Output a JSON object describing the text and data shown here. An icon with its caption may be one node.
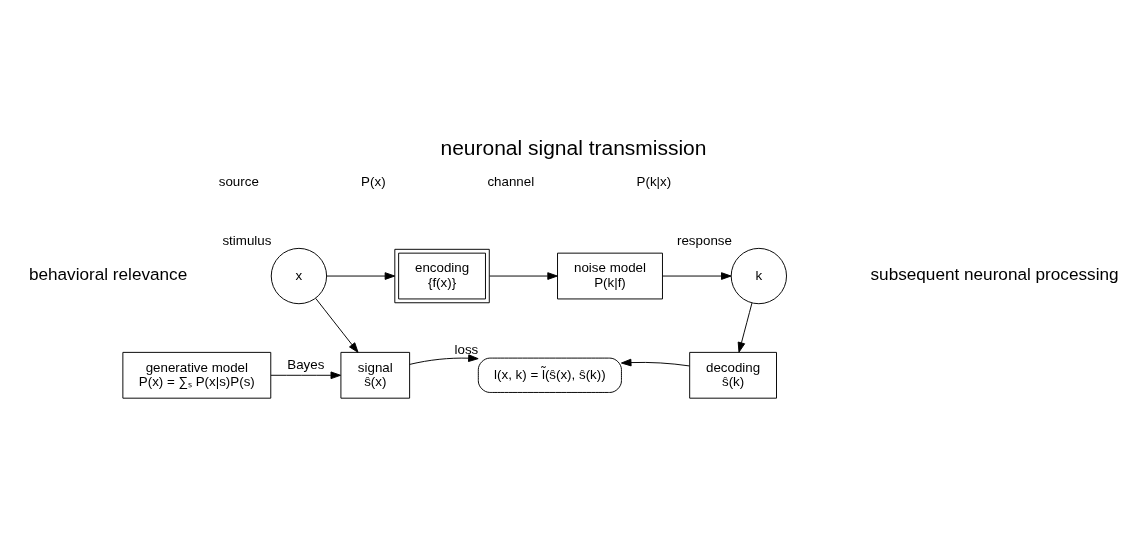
{
  "diagram": {
    "title": "neuronal signal transmission",
    "nodes": [
      {
        "text": [
          "x"
        ],
        "beside": [
          "stimulus"
        ]
      },
      {
        "text": [
          "encoding",
          "{f(x)}"
        ]
      },
      {
        "text": [
          "noise model",
          "P(k|f)"
        ]
      },
      {
        "text": [
          "k"
        ],
        "beside": [
          "response"
        ]
      },
      {
        "text": [
          "generative model",
          "P(x) = ∑ₛ P(x|s)P(s)"
        ]
      },
      {
        "text": [
          "signal",
          "ŝ(x)"
        ]
      },
      {
        "text": [
          "l(x, k) = l̃(ŝ(x), ŝ(k))"
        ],
        "beside": [
          "loss"
        ]
      },
      {
        "text": [
          "decoding",
          "ŝ(k)"
        ]
      }
    ],
    "edges": [
      {
        "from": 0,
        "to": 1,
        "arrow": "to"
      },
      {
        "from": 1,
        "to": 2,
        "arrow": "to"
      },
      {
        "from": 2,
        "to": 3,
        "arrow": "to"
      },
      {
        "from": 0,
        "to": 5,
        "arrow": "to"
      },
      {
        "from": 3,
        "to": 7,
        "arrow": "to"
      },
      {
        "from": 4,
        "to": 5,
        "arrow": "to",
        "label": "Bayes"
      },
      {
        "from": 5,
        "to": 6,
        "arrow": "to"
      },
      {
        "from": 7,
        "to": 6,
        "arrow": "to"
      }
    ],
    "labels": [
      "source",
      "channel",
      "P(x)",
      "P(k|x)",
      "behavioral relevance",
      "subsequent neuronal processing"
    ]
  }
}
